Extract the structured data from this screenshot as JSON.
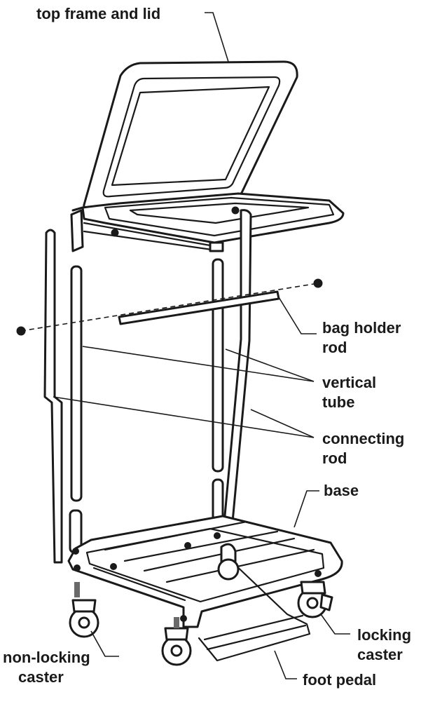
{
  "labels": {
    "top_frame_and_lid": "top frame and lid",
    "bag_holder_rod_line1": "bag holder",
    "bag_holder_rod_line2": "rod",
    "vertical_tube_line1": "vertical",
    "vertical_tube_line2": "tube",
    "connecting_rod_line1": "connecting",
    "connecting_rod_line2": "rod",
    "base": "base",
    "locking_caster_line1": "locking",
    "locking_caster_line2": "caster",
    "non_locking_caster_line1": "non-locking",
    "non_locking_caster_line2": "caster",
    "foot_pedal": "foot pedal"
  },
  "colors": {
    "line": "#1a1a1a",
    "background": "#ffffff"
  }
}
